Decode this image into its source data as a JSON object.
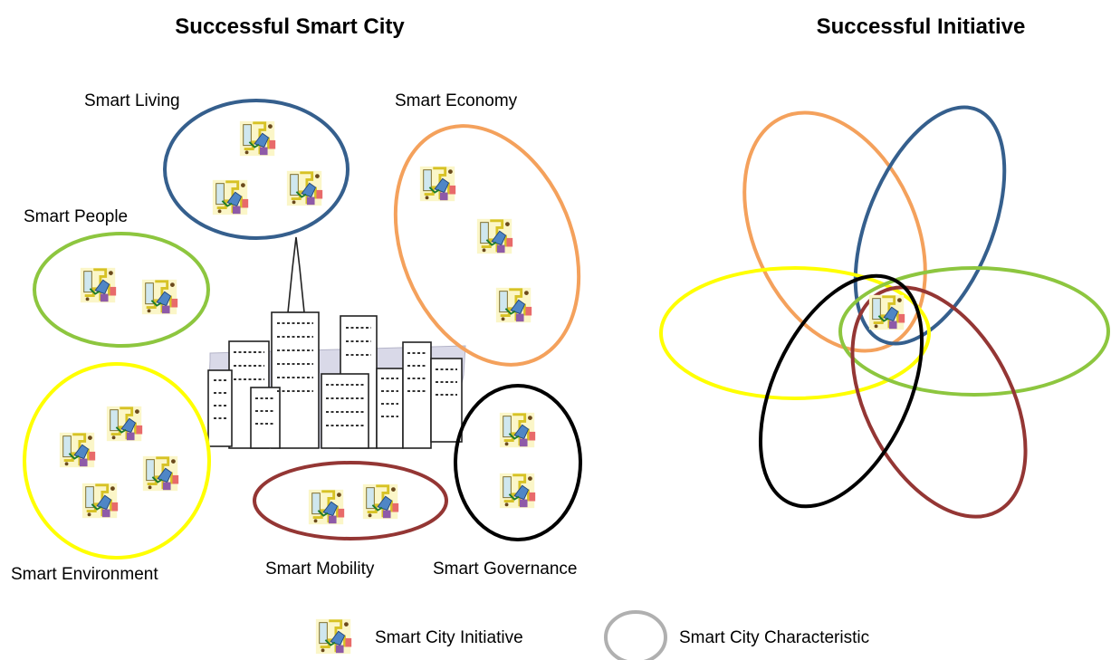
{
  "titles": {
    "left": "Successful Smart City",
    "right": "Successful Initiative"
  },
  "characteristics": {
    "living": "Smart Living",
    "economy": "Smart Economy",
    "people": "Smart People",
    "environment": "Smart Environment",
    "mobility": "Smart Mobility",
    "governance": "Smart Governance"
  },
  "legend": {
    "initiative": "Smart City Initiative",
    "characteristic": "Smart City Characteristic"
  },
  "colors": {
    "living": "#355f8d",
    "economy": "#f4a15c",
    "people": "#8dc63f",
    "environment": "#ffff00",
    "mobility": "#943634",
    "governance": "#000000",
    "legend_circle": "#b0b0b0"
  },
  "icons": {
    "initiative": "puzzle-pieces-icon",
    "city": "city-skyline-icon"
  }
}
